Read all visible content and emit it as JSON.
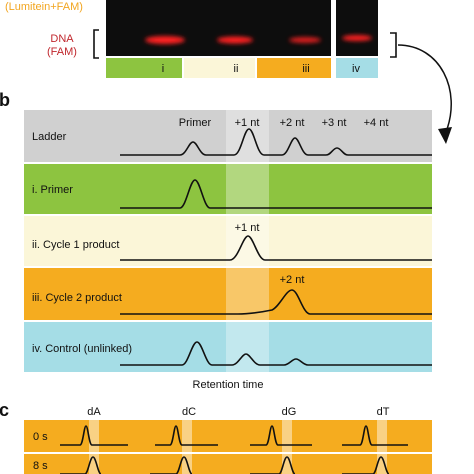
{
  "colors": {
    "orange_text": "#f2a51f",
    "red_text": "#c0272d",
    "green": "#8dc440",
    "cream": "#fbf6d8",
    "orange": "#f5ac1f",
    "blue": "#a5dde6",
    "ladder": "#d0d0d0",
    "gel_bg": "#0d0d0d",
    "band": "#ff2020"
  },
  "panel_a": {
    "top_label": "(Lumitein+FAM)",
    "dna_label": "DNA",
    "fam_label": "(FAM)",
    "lanes": [
      "i",
      "ii",
      "iii",
      "iv"
    ]
  },
  "panel_b": {
    "letter": "b",
    "peak_labels": [
      "Primer",
      "+1 nt",
      "+2 nt",
      "+3 nt",
      "+4 nt"
    ],
    "rows": [
      {
        "label": "Ladder"
      },
      {
        "label": "i. Primer"
      },
      {
        "label": "ii. Cycle 1 product",
        "peak_label": "+1 nt"
      },
      {
        "label": "iii. Cycle 2 product",
        "peak_label": "+2 nt"
      },
      {
        "label": "iv. Control (unlinked)"
      }
    ],
    "x_axis_label": "Retention time"
  },
  "panel_c": {
    "letter": "c",
    "columns": [
      "dA",
      "dC",
      "dG",
      "dT"
    ],
    "rows": [
      "0 s",
      "8 s"
    ]
  }
}
